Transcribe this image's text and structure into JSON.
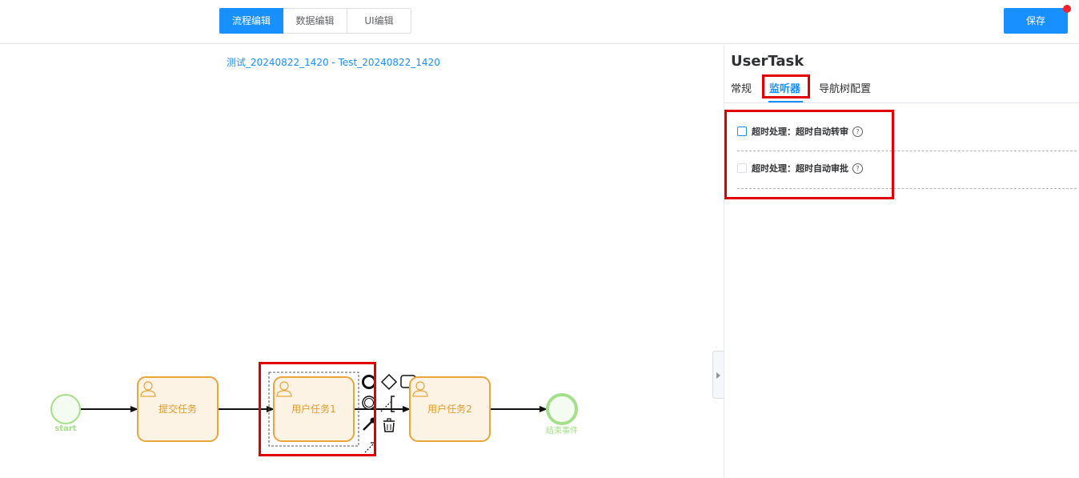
{
  "header": {
    "tabs": [
      {
        "label": "流程编辑",
        "active": true
      },
      {
        "label": "数据编辑",
        "active": false
      },
      {
        "label": "UI编辑",
        "active": false
      }
    ],
    "save_label": "保存"
  },
  "canvas": {
    "title": "测试_20240822_1420 - Test_20240822_1420",
    "nodes": {
      "start": "start",
      "task_submit": "提交任务",
      "task_user1": "用户任务1",
      "task_user2": "用户任务2",
      "end": "结束事件"
    }
  },
  "panel": {
    "title": "UserTask",
    "tabs": [
      {
        "label": "常规",
        "active": false
      },
      {
        "label": "监听器",
        "active": true
      },
      {
        "label": "导航树配置",
        "active": false
      }
    ],
    "listeners": [
      {
        "label": "超时处理：超时自动转审",
        "checked": false
      },
      {
        "label": "超时处理：超时自动审批",
        "checked": false
      }
    ]
  },
  "colors": {
    "primary": "#1890ff",
    "task_fill": "#fdf3e4",
    "task_stroke": "#eaa53b",
    "event_stroke": "#a4e08a",
    "highlight": "#e00000"
  }
}
